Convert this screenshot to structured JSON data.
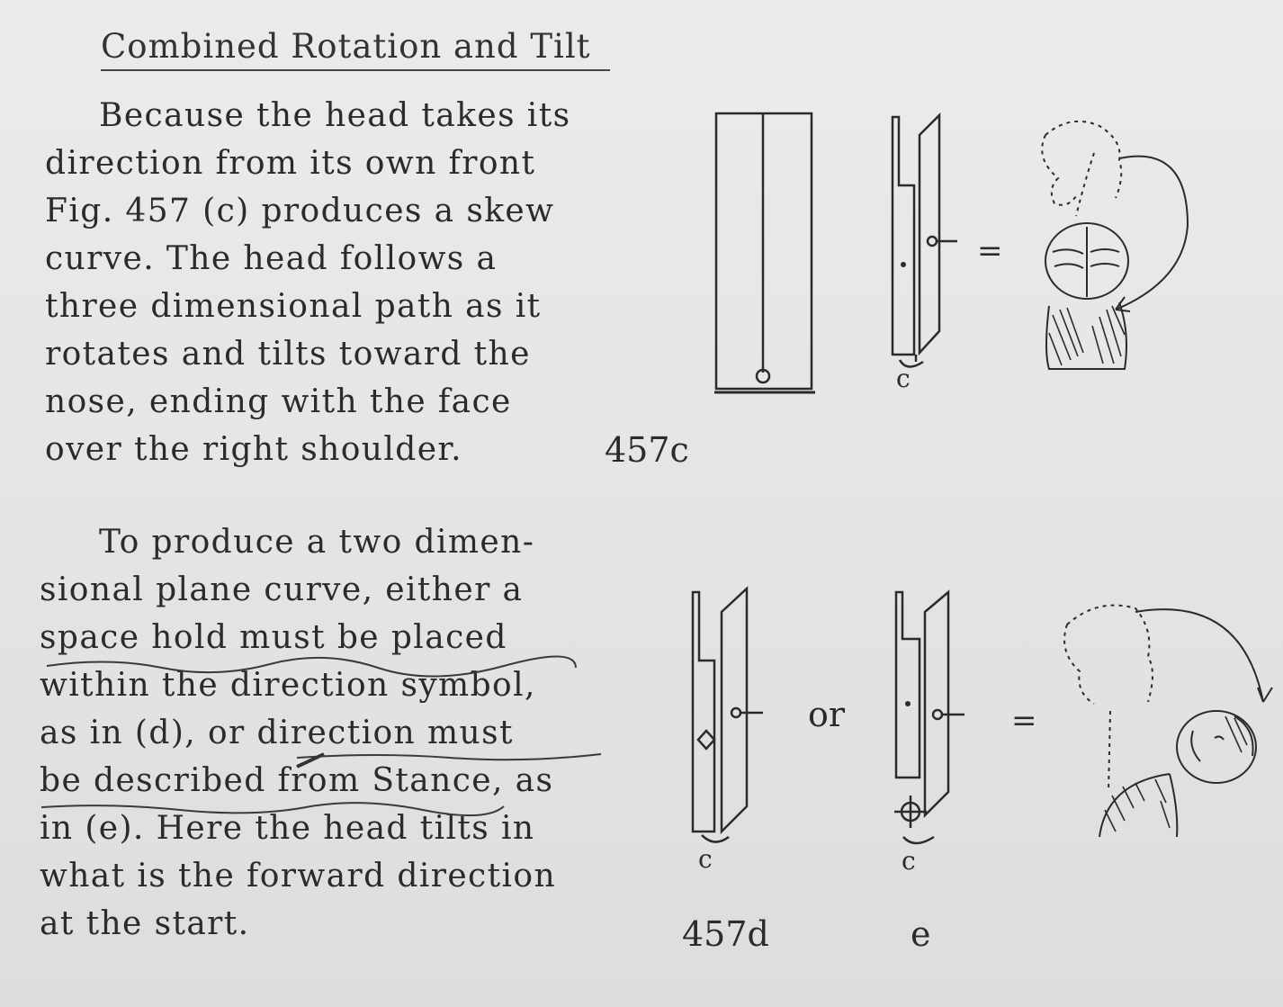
{
  "heading": "Combined Rotation and Tilt",
  "paragraph1": [
    "Because the head takes its",
    "direction from its own front",
    "Fig. 457 (c) produces a skew",
    "curve.  The head follows a",
    "three dimensional path as it",
    "rotates and tilts toward the",
    "nose, ending with the face",
    "over the right shoulder."
  ],
  "paragraph2": [
    "To produce a two dimen-",
    "sional plane curve, either a",
    "space hold must be placed",
    "within the direction symbol,",
    "as in (d), or direction must",
    "be described from Stance, as",
    "in (e).  Here the head tilts in",
    "what is the forward direction",
    "at the start."
  ],
  "figures": {
    "caption_c": "457c",
    "caption_d": "457d",
    "caption_e": "e",
    "or_label": "or",
    "equals": "=",
    "c_label": "c"
  }
}
